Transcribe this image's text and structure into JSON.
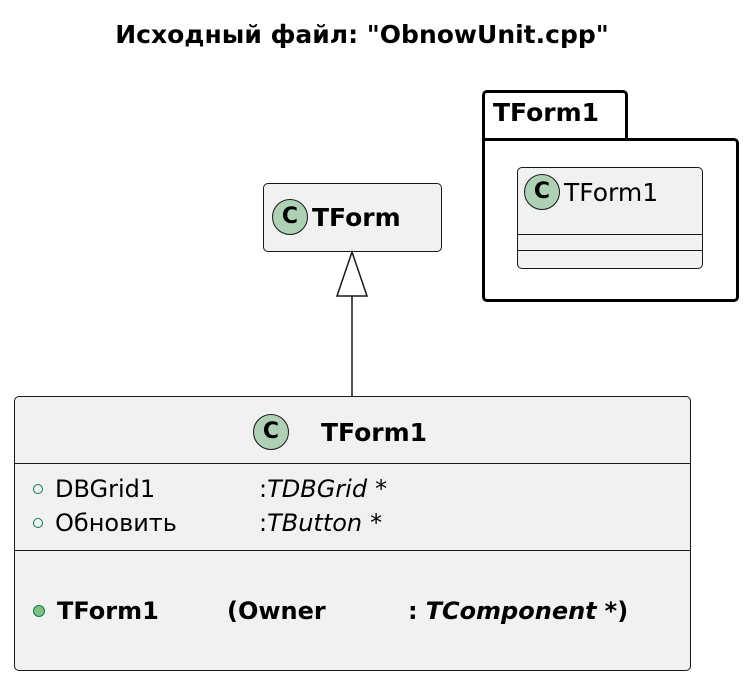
{
  "title": "Исходный файл: \"ObnowUnit.cpp\"",
  "package": {
    "name": "TForm1",
    "inner_class": {
      "stereotype": "C",
      "name": "TForm1"
    }
  },
  "parent_class": {
    "stereotype": "C",
    "name": "TForm"
  },
  "main_class": {
    "stereotype": "C",
    "name": "TForm1",
    "attributes": [
      {
        "name": "DBGrid1",
        "sep": ":",
        "type": "TDBGrid",
        "ptr": "*"
      },
      {
        "name": "Обновить",
        "sep": ":",
        "type": "TButton",
        "ptr": "*"
      }
    ],
    "methods": [
      {
        "name": "TForm1",
        "open_paren": "(",
        "param": "Owner",
        "sep": ":",
        "type": "TComponent",
        "ptr": "*",
        "close_paren": ")"
      }
    ]
  },
  "colors": {
    "class_fill": "#f1f1f1",
    "icon_fill": "#add1b2",
    "border": "#181818",
    "visibility": "#038048"
  }
}
